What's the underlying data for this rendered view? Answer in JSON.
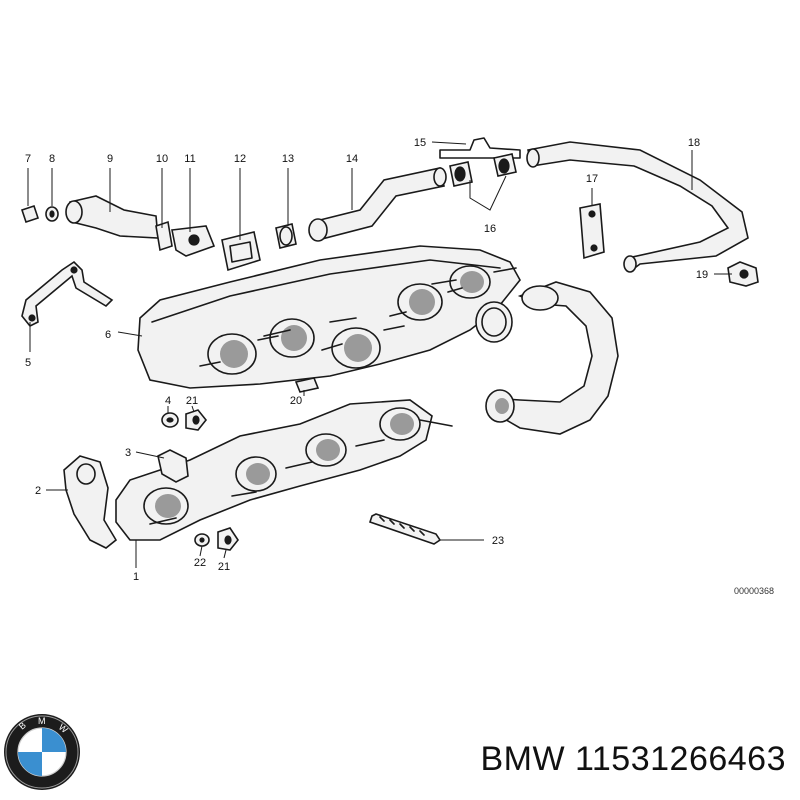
{
  "callouts": {
    "c1": "1",
    "c2": "2",
    "c3": "3",
    "c4": "4",
    "c5": "5",
    "c6": "6",
    "c7": "7",
    "c8": "8",
    "c9": "9",
    "c10": "10",
    "c11": "11",
    "c12": "12",
    "c13": "13",
    "c14": "14",
    "c15": "15",
    "c16": "16",
    "c17": "17",
    "c18": "18",
    "c19": "19",
    "c20": "20",
    "c21a": "21",
    "c21b": "21",
    "c22": "22",
    "c23": "23"
  },
  "drawing_ref": "00000368",
  "brand": {
    "name": "BMW",
    "part_number": "11531266463",
    "logo_letters": "BMW"
  },
  "colors": {
    "logo_blue": "#3a8fd0",
    "logo_ring": "#1c1c1c",
    "line": "#1a1a1a"
  }
}
